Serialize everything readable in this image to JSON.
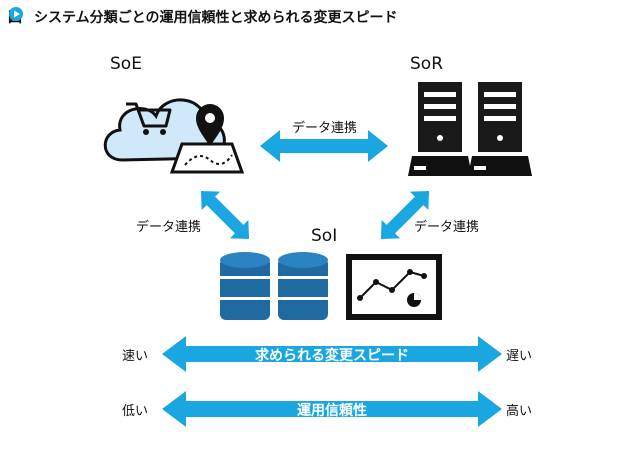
{
  "header": {
    "prefix": "図",
    "title": "システム分類ごとの運用信頼性と求められる変更スピード",
    "icon": "play-circle-icon"
  },
  "systems": {
    "soe": "SoE",
    "sor": "SoR",
    "soi": "SoI"
  },
  "links": {
    "soe_sor": "データ連携",
    "soe_soi": "データ連携",
    "sor_soi": "データ連携"
  },
  "scales": [
    {
      "label": "求められる変更スピード",
      "left": "速い",
      "right": "遅い"
    },
    {
      "label": "運用信頼性",
      "left": "低い",
      "right": "高い"
    }
  ],
  "colors": {
    "accent": "#1aa6e0",
    "dark": "#111111",
    "db": "#1e6aa1",
    "cloud": "#cfe9f8"
  },
  "icons": [
    "cloud-icon",
    "shopping-cart-icon",
    "map-pin-icon",
    "server-icon",
    "database-icon",
    "chart-icon"
  ]
}
